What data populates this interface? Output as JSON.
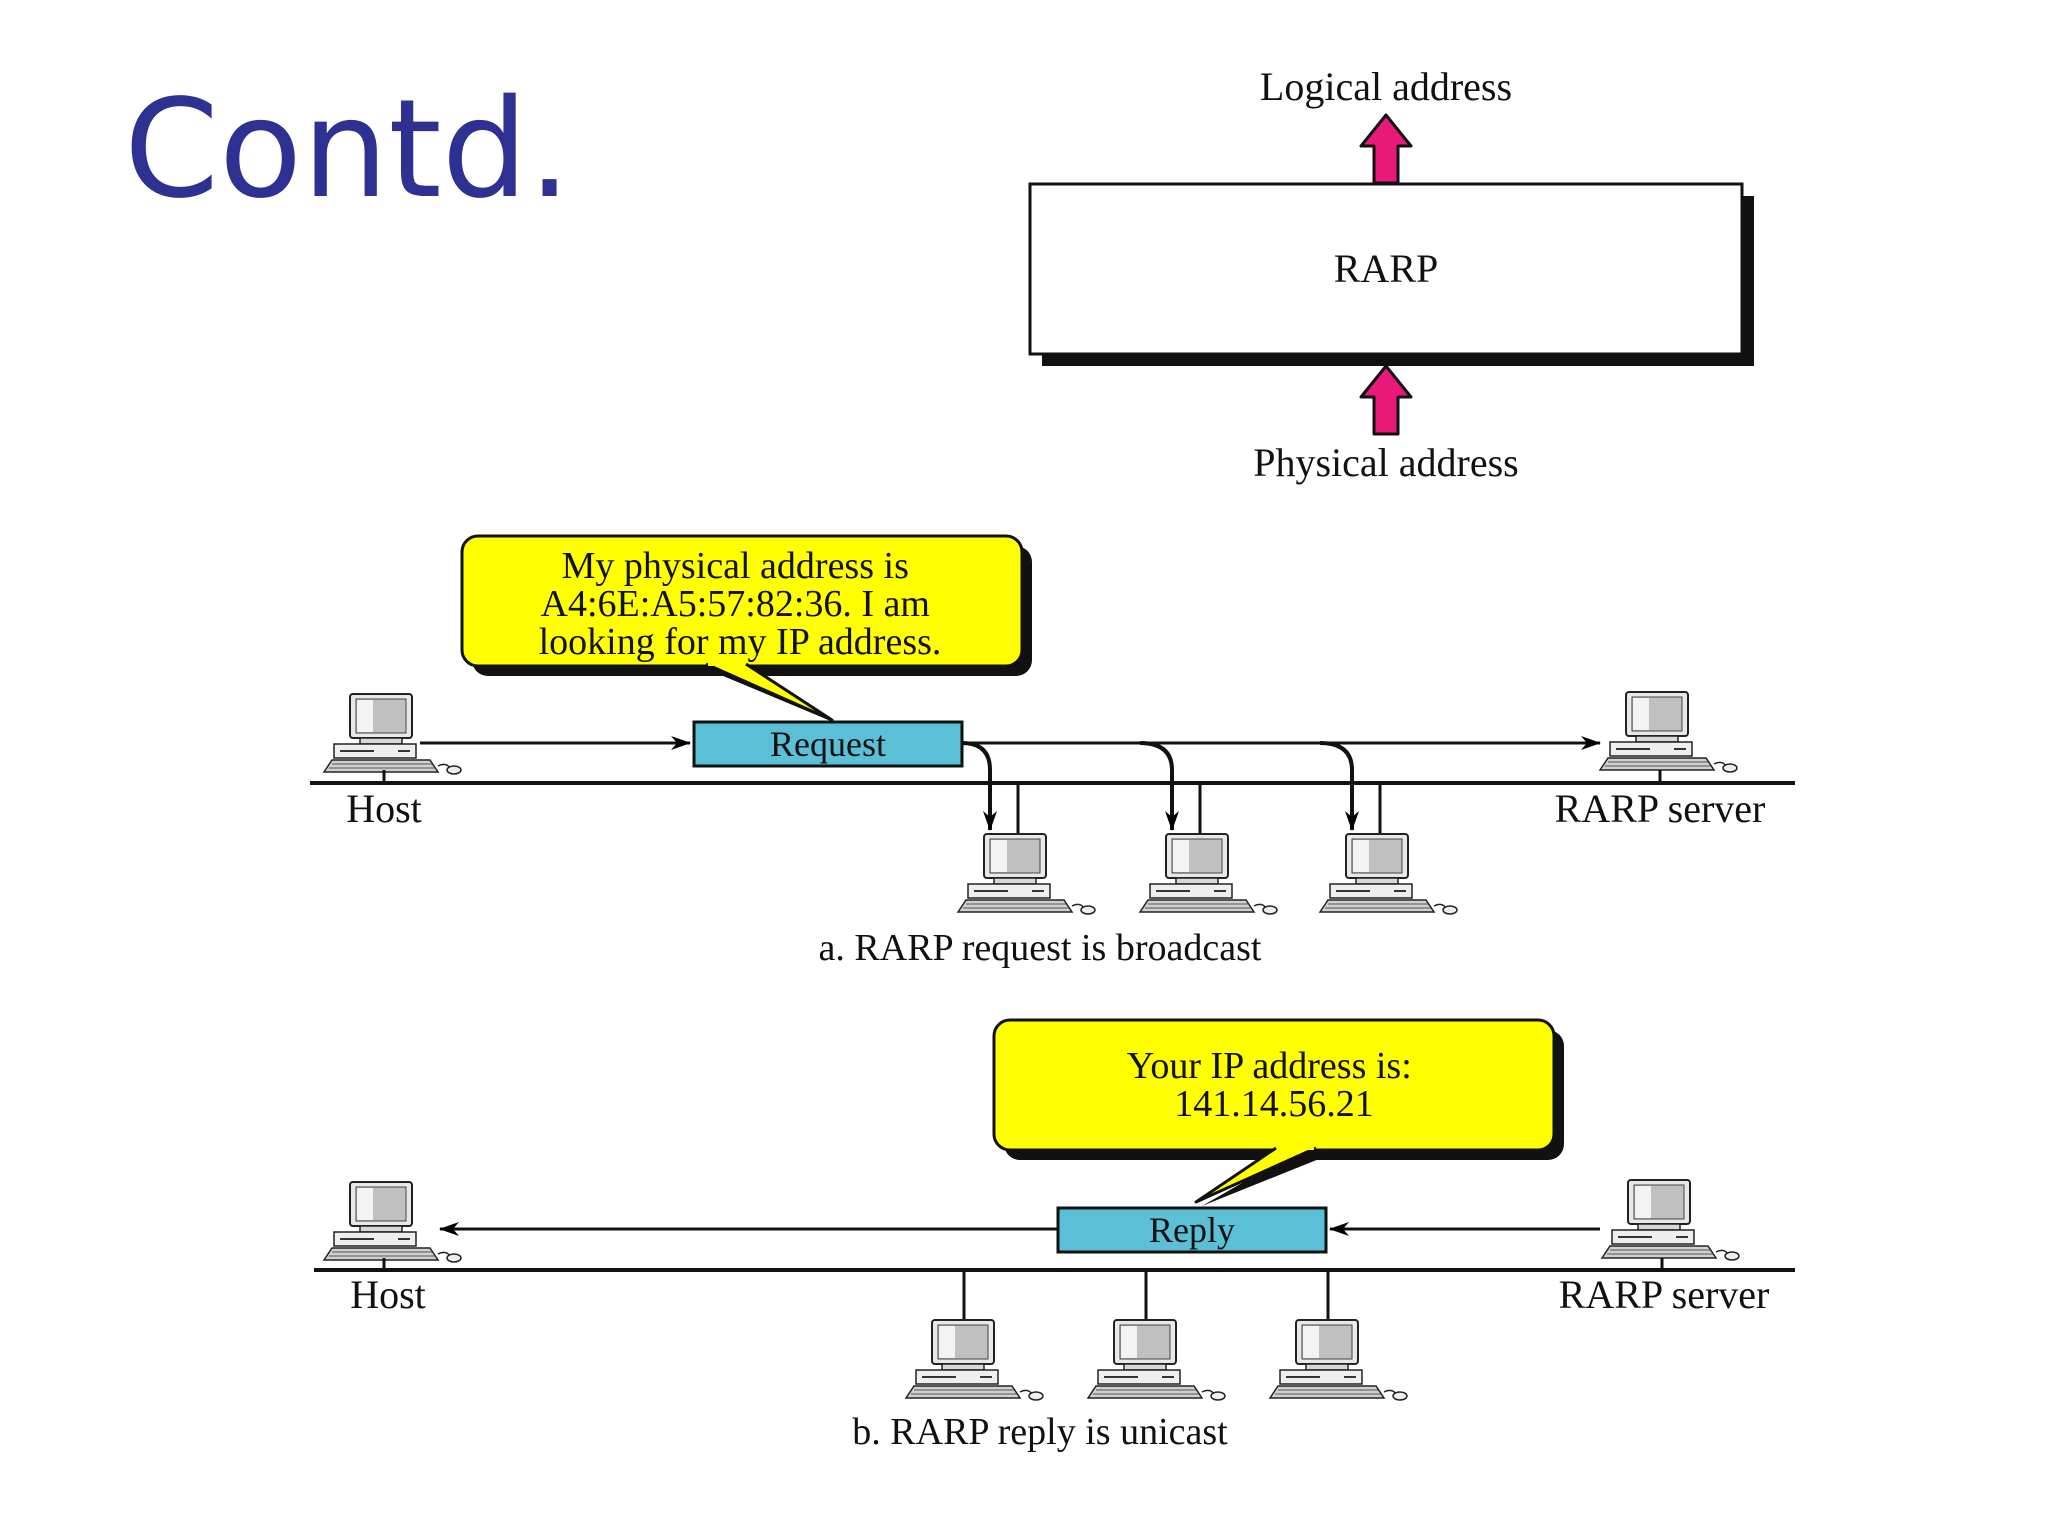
{
  "slide": {
    "title": "Contd."
  },
  "rarp_block": {
    "top_label": "Logical address",
    "box_label": "RARP",
    "bottom_label": "Physical address",
    "arrow_color": "#e8197a"
  },
  "panel_a": {
    "bubble_lines": [
      "My physical address is",
      "A4:6E:A5:57:82:36.  I am",
      "looking for my IP address."
    ],
    "message_label": "Request",
    "host_label": "Host",
    "server_label": "RARP server",
    "caption": "a. RARP request is broadcast"
  },
  "panel_b": {
    "bubble_lines": [
      "Your IP address is:",
      "141.14.56.21"
    ],
    "message_label": "Reply",
    "host_label": "Host",
    "server_label": "RARP server",
    "caption": "b. RARP reply is unicast"
  },
  "colors": {
    "title": "#2e3192",
    "bubble_fill": "#ffff00",
    "message_fill": "#5bc0d6",
    "arrow_fill": "#e8197a"
  }
}
